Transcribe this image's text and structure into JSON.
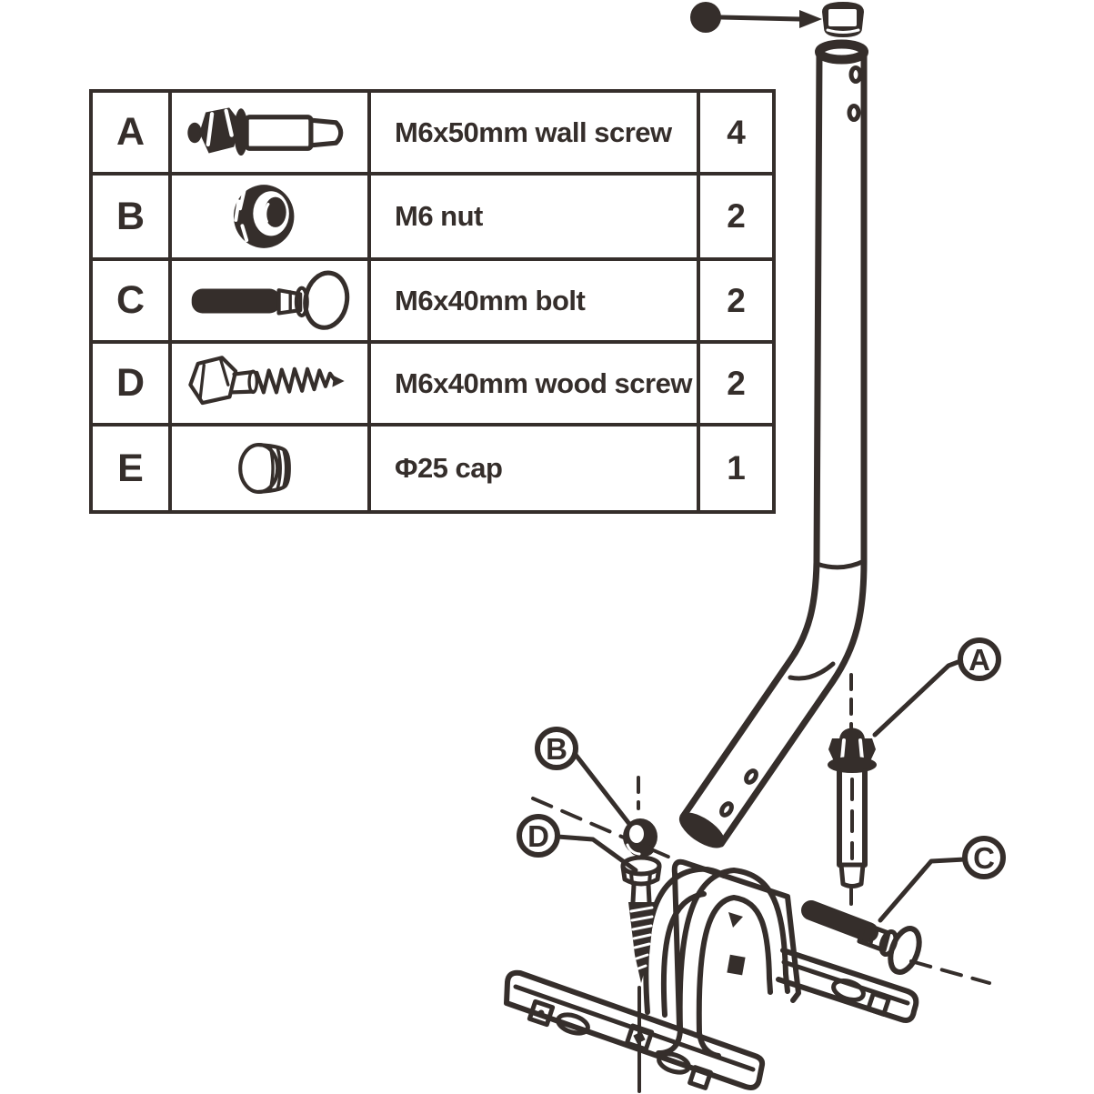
{
  "parts_table": {
    "rows": [
      {
        "letter": "A",
        "icon": "wall-screw-icon",
        "desc": "M6x50mm wall screw",
        "qty": "4"
      },
      {
        "letter": "B",
        "icon": "flange-nut-icon",
        "desc": "M6 nut",
        "qty": "2"
      },
      {
        "letter": "C",
        "icon": "bolt-icon",
        "desc": "M6x40mm bolt",
        "qty": "2"
      },
      {
        "letter": "D",
        "icon": "wood-screw-icon",
        "desc": "M6x40mm wood screw",
        "qty": "2"
      },
      {
        "letter": "E",
        "icon": "cap-icon",
        "desc": "Φ25 cap",
        "qty": "1"
      }
    ]
  },
  "diagram": {
    "callouts": {
      "a": "A",
      "b": "B",
      "c": "C",
      "d": "D"
    }
  },
  "colors": {
    "line": "#352e2b",
    "background": "#ffffff"
  }
}
